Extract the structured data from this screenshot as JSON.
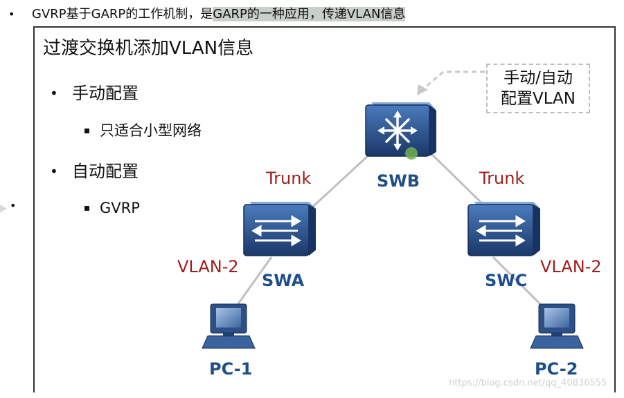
{
  "header": {
    "bullet": "•",
    "text_a": "GVRP基于GARP的工作机制，是",
    "text_b": "GARP的一种应用，传递VLAN信息"
  },
  "slide": {
    "title": "过渡交换机添加VLAN信息",
    "items": [
      {
        "label": "手动配置",
        "sub": "只适合小型网络"
      },
      {
        "label": "自动配置",
        "sub": "GVRP"
      }
    ]
  },
  "diagram": {
    "callout": {
      "line1": "手动/自动",
      "line2": "配置VLAN"
    },
    "switches": {
      "top": "SWB",
      "left": "SWA",
      "right": "SWC"
    },
    "links": {
      "left": "Trunk",
      "right": "Trunk"
    },
    "access": {
      "left": "VLAN-2",
      "right": "VLAN-2"
    },
    "pcs": {
      "left": "PC-1",
      "right": "PC-2"
    },
    "colors": {
      "switch_dark": "#1c3d74",
      "switch_light": "#3f6fae",
      "link": "#bfbfbf",
      "label_red": "#a11d1d",
      "label_blue": "#1f4e8c"
    }
  },
  "watermark": "https://blog.csdn.net/qq_40836555"
}
